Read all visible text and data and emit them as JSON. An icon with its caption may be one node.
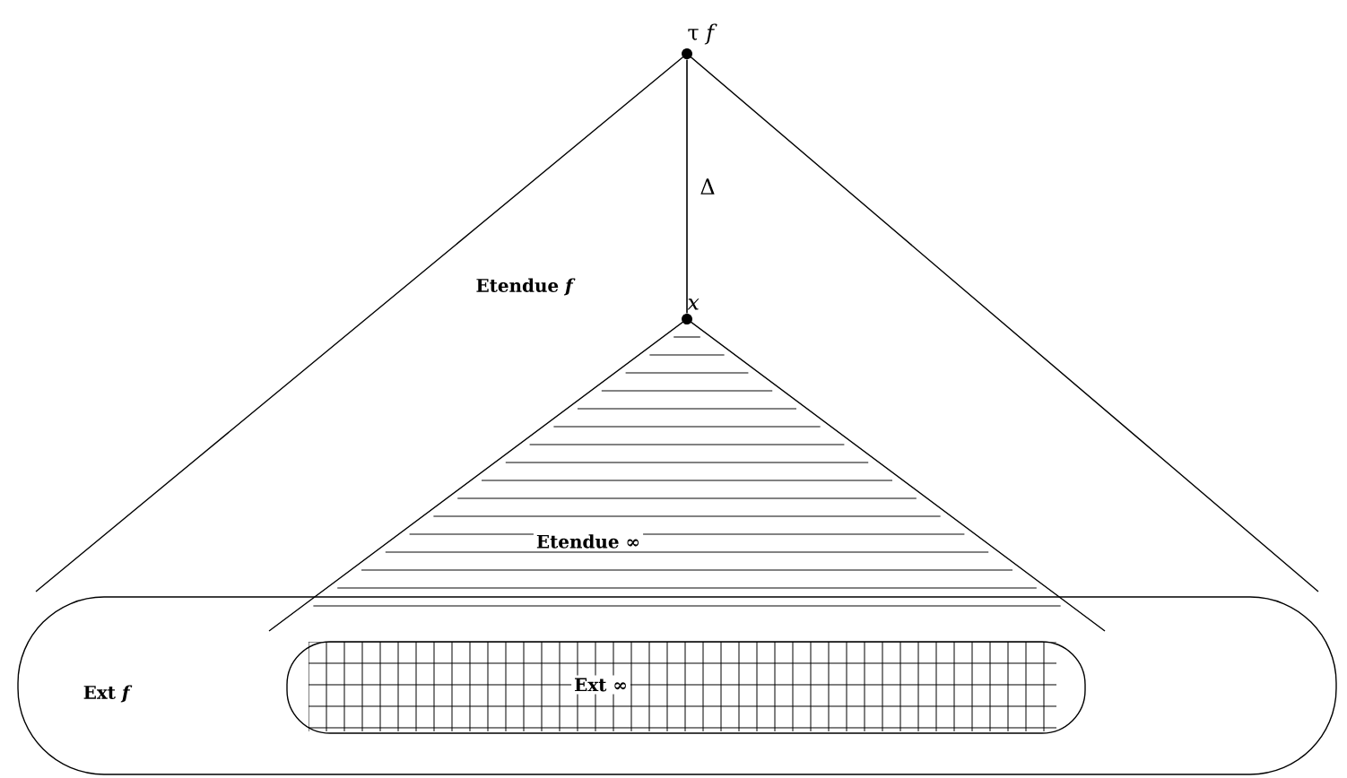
{
  "diagram": {
    "nodes": [
      {
        "text": [],
        "shape": "circle",
        "beside": [
          "τ *f*"
        ],
        "in": 2
      },
      {
        "text": [],
        "shape": "circle",
        "beside": [
          "*x*"
        ],
        "in": 2
      },
      {
        "text": [
          "Etendue *f*"
        ]
      },
      {
        "text": [
          "Etendue ∞"
        ]
      },
      {
        "text": [
          "Ext *f*"
        ]
      },
      {
        "text": [
          "Ext ∞"
        ],
        "in": 4
      }
    ],
    "edges": [
      {
        "from": 0,
        "to": 1,
        "arrow": "none",
        "label": "Δ"
      }
    ]
  }
}
